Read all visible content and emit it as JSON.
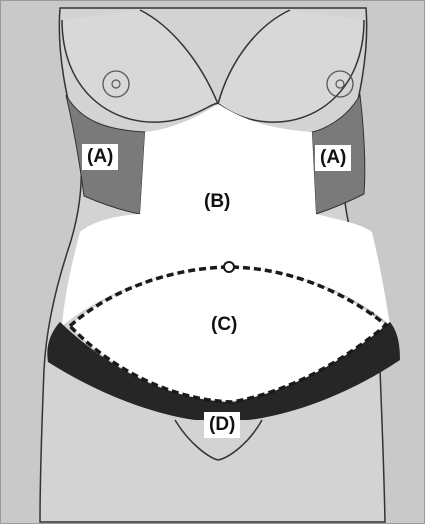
{
  "figure": {
    "labels": {
      "a_left": "(A)",
      "a_right": "(A)",
      "b": "(B)",
      "c": "(C)",
      "d": "(D)"
    },
    "colors": {
      "background": "#c9c9c9",
      "zone_a": "#7a7a7a",
      "zone_b": "#ffffff",
      "zone_d": "#262626",
      "outline": "#222222"
    }
  }
}
